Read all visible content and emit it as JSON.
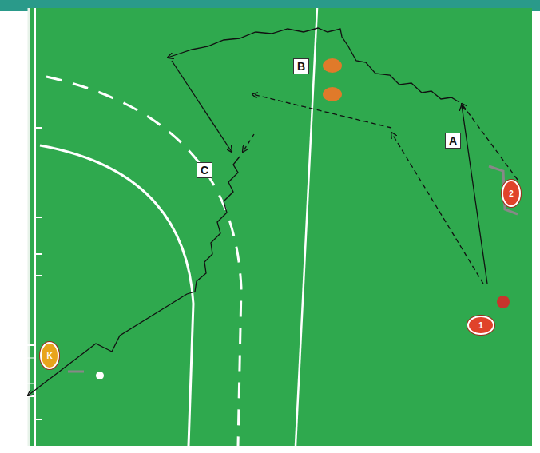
{
  "diagram": {
    "nodes": [
      {
        "text": [
          "B"
        ]
      },
      {
        "text": [
          "A"
        ]
      },
      {
        "text": [
          "C"
        ]
      },
      {
        "text": [
          "2"
        ]
      },
      {
        "text": [
          "1"
        ]
      },
      {
        "text": [
          "K"
        ]
      }
    ]
  }
}
